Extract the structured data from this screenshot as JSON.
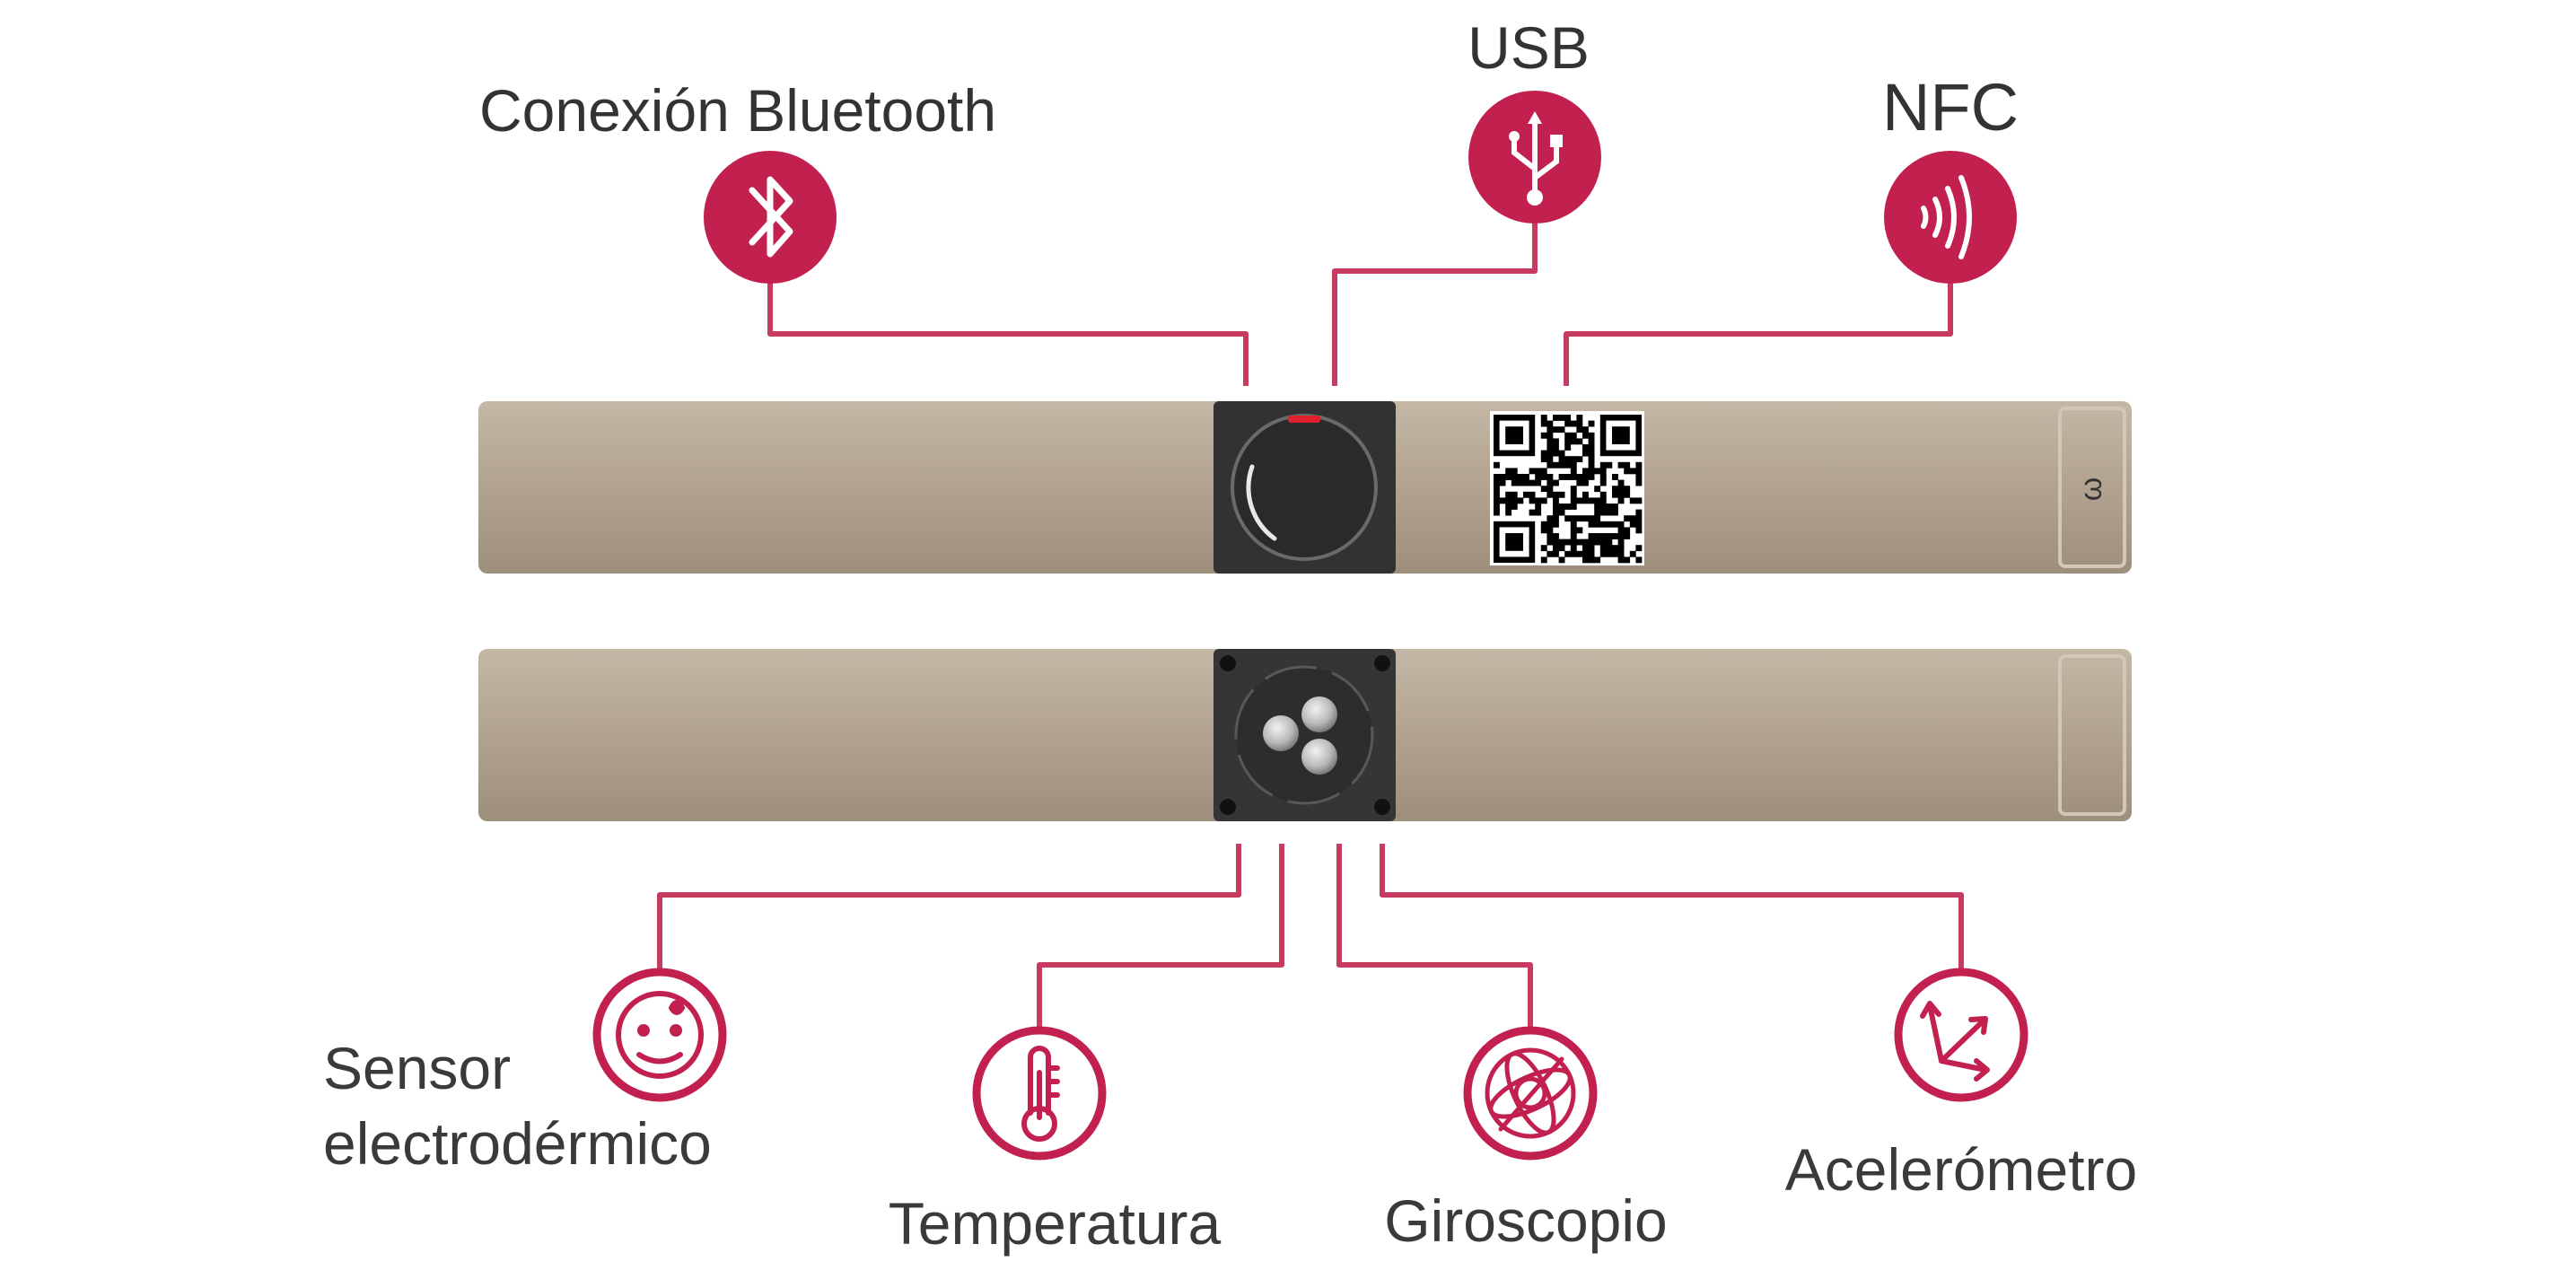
{
  "labels": {
    "bluetooth": "Conexión Bluetooth",
    "usb": "USB",
    "nfc": "NFC",
    "sensor_line1": "Sensor",
    "sensor_line2": "electrodérmico",
    "temperatura": "Temperatura",
    "giroscopio": "Giroscopio",
    "acelerometro": "Acelerómetro"
  },
  "icons": {
    "bluetooth": "bluetooth-icon",
    "usb": "usb-icon",
    "nfc": "nfc-icon",
    "sensor": "electrodermal-sensor-icon",
    "temperatura": "thermometer-icon",
    "giroscopio": "gyroscope-icon",
    "acelerometro": "accelerometer-icon"
  },
  "colors": {
    "accent": "#c2214f",
    "connector": "#c83a60",
    "strap": "#b3a592",
    "module": "#333333"
  }
}
